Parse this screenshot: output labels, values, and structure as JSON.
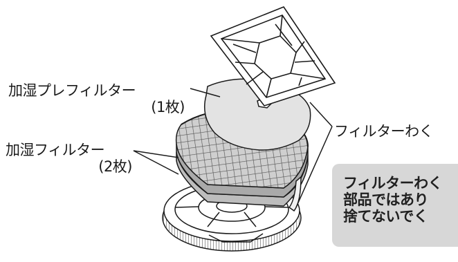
{
  "labels": {
    "prefilter_name": "加湿プレフィルター",
    "prefilter_count": "(1枚)",
    "filter_name": "加湿フィルター",
    "filter_count": "(2枚)",
    "frame_name": "フィルターわく"
  },
  "note": {
    "lines": [
      "フィルターわく",
      "部品ではあり",
      "捨てないでく"
    ]
  },
  "colors": {
    "line": "#1a1a1a",
    "prefilter_fill": "#e3e3e3",
    "filter_fill": "#c9c9c9",
    "note_bg": "#d7d7d7"
  }
}
